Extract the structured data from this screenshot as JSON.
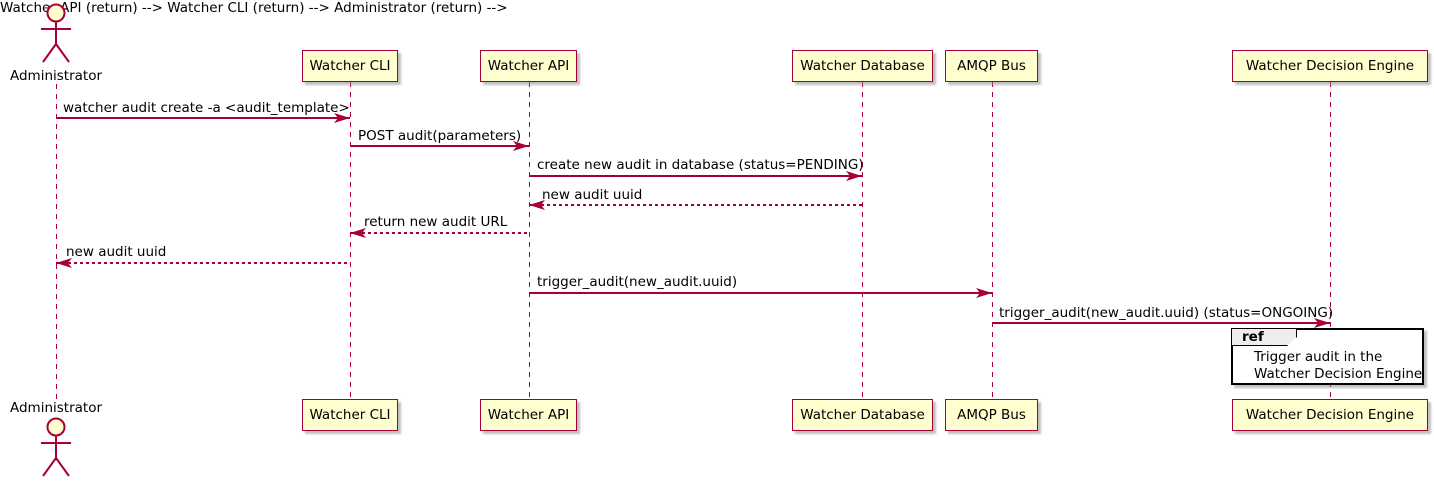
{
  "diagram": {
    "kind": "sequence-diagram",
    "colors": {
      "participant_fill": "#FEFECE",
      "line_and_border": "#A80036",
      "ref_header_fill": "#EEEEEE",
      "ref_fill": "#FFFFFF",
      "text": "#000000"
    },
    "participants": [
      {
        "id": "administrator",
        "label": "Administrator",
        "type": "actor"
      },
      {
        "id": "watcher-cli",
        "label": "Watcher CLI",
        "type": "participant"
      },
      {
        "id": "watcher-api",
        "label": "Watcher API",
        "type": "participant"
      },
      {
        "id": "watcher-database",
        "label": "Watcher Database",
        "type": "participant"
      },
      {
        "id": "amqp-bus",
        "label": "AMQP Bus",
        "type": "participant"
      },
      {
        "id": "watcher-decision-engine",
        "label": "Watcher Decision Engine",
        "type": "participant"
      }
    ],
    "messages": [
      {
        "from": "Administrator",
        "to": "Watcher CLI",
        "style": "solid",
        "label": "watcher audit create -a <audit_template>"
      },
      {
        "from": "Watcher CLI",
        "to": "Watcher API",
        "style": "solid",
        "label": "POST audit(parameters)"
      },
      {
        "from": "Watcher API",
        "to": "Watcher Database",
        "style": "solid",
        "label": "create new audit in database (status=PENDING)"
      },
      {
        "from": "Watcher Database",
        "to": "Watcher API",
        "style": "dashed",
        "label": "new audit uuid"
      },
      {
        "from": "Watcher API",
        "to": "Watcher CLI",
        "style": "dashed",
        "label": "return new audit URL"
      },
      {
        "from": "Watcher CLI",
        "to": "Administrator",
        "style": "dashed",
        "label": "new audit uuid"
      },
      {
        "from": "Watcher API",
        "to": "AMQP Bus",
        "style": "solid",
        "label": "trigger_audit(new_audit.uuid)"
      },
      {
        "from": "AMQP Bus",
        "to": "Watcher Decision Engine",
        "style": "solid",
        "label": "trigger_audit(new_audit.uuid) (status=ONGOING)"
      }
    ],
    "ref": {
      "keyword": "ref",
      "line1": "Trigger audit in the",
      "line2": "Watcher Decision Engine"
    }
  }
}
